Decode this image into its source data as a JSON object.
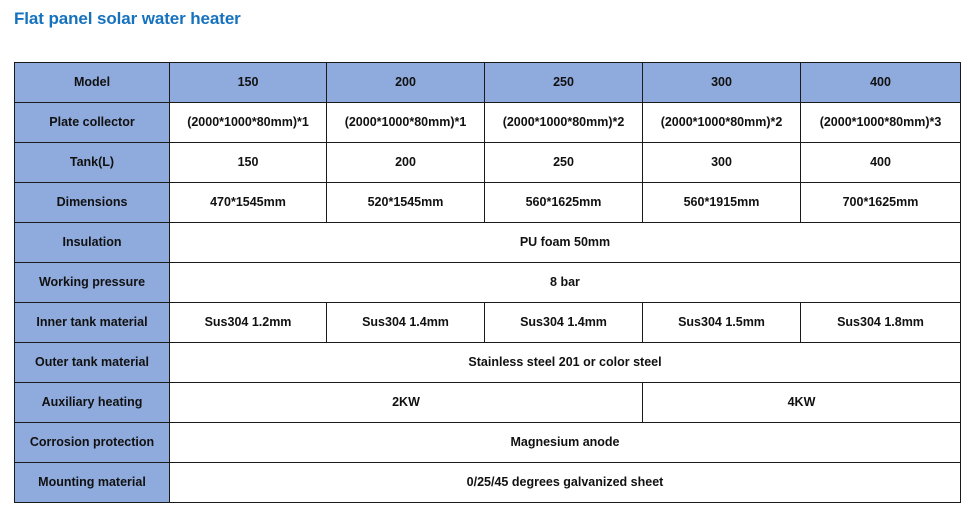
{
  "page": {
    "title": "Flat panel solar water heater",
    "title_color": "#1772be",
    "header_fill": "#8faadc",
    "cell_fill": "#ffffff",
    "border_color": "#1a1a1a"
  },
  "table": {
    "columns": [
      "Model",
      "150",
      "200",
      "250",
      "300",
      "400"
    ],
    "rows": [
      {
        "label": "Plate collector",
        "cells": [
          "(2000*1000*80mm)*1",
          "(2000*1000*80mm)*1",
          "(2000*1000*80mm)*2",
          "(2000*1000*80mm)*2",
          "(2000*1000*80mm)*3"
        ]
      },
      {
        "label": "Tank(L)",
        "cells": [
          "150",
          "200",
          "250",
          "300",
          "400"
        ]
      },
      {
        "label": "Dimensions",
        "cells": [
          "470*1545mm",
          "520*1545mm",
          "560*1625mm",
          "560*1915mm",
          "700*1625mm"
        ]
      },
      {
        "label": "Insulation",
        "merged": "PU foam 50mm"
      },
      {
        "label": "Working pressure",
        "merged": "8 bar"
      },
      {
        "label": "Inner tank material",
        "cells": [
          "Sus304 1.2mm",
          "Sus304 1.4mm",
          "Sus304 1.4mm",
          "Sus304 1.5mm",
          "Sus304 1.8mm"
        ]
      },
      {
        "label": "Outer tank material",
        "merged": "Stainless steel 201 or color steel"
      },
      {
        "label": "Auxiliary heating",
        "split": [
          "2KW",
          "4KW"
        ]
      },
      {
        "label": "Corrosion protection",
        "merged": "Magnesium anode"
      },
      {
        "label": "Mounting material",
        "merged": "0/25/45 degrees galvanized sheet"
      }
    ]
  }
}
